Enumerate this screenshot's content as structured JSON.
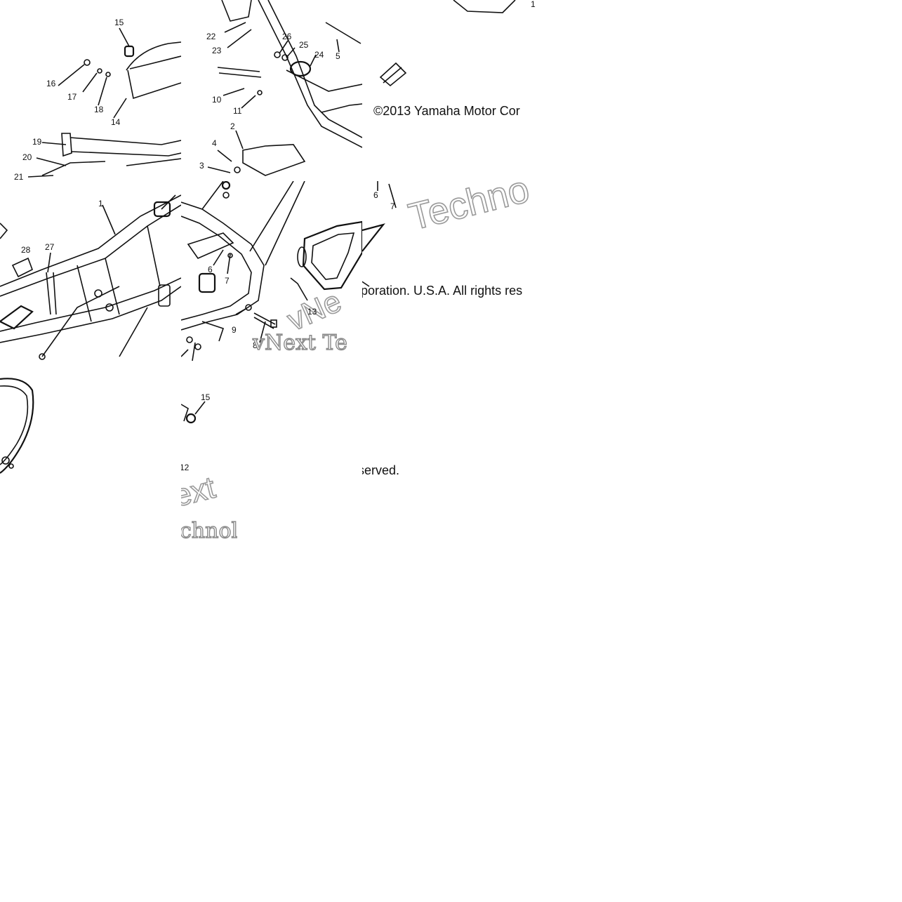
{
  "callouts": {
    "c1": "1",
    "c2": "2",
    "c3": "3",
    "c4": "4",
    "c5": "5",
    "c6a": "6",
    "c6b": "6",
    "c7a": "7",
    "c7b": "7",
    "c8": "8",
    "c9": "9",
    "c10": "10",
    "c11": "11",
    "c12": "12",
    "c13": "13",
    "c14": "14",
    "c15a": "15",
    "c15b": "15",
    "c16": "16",
    "c17": "17",
    "c18": "18",
    "c19": "19",
    "c20": "20",
    "c21": "21",
    "c22": "22",
    "c23": "23",
    "c24": "24",
    "c25": "25",
    "c26": "26",
    "c27": "27",
    "c28": "28"
  },
  "copyright": {
    "part1": "©2013 Yamaha Motor Cor",
    "part2": "rporation. U.S.A. All rights res",
    "part3": "served."
  },
  "watermark": {
    "w1": "Techno",
    "w2": "vNext Te",
    "w3": "vNe",
    "w4": "ext",
    "w5": "chnol"
  }
}
